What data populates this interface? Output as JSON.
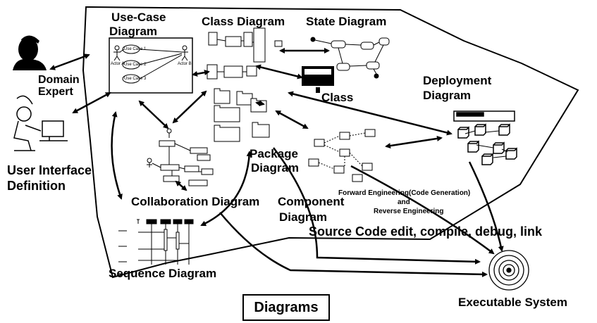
{
  "labels": {
    "use_case_diagram_1": "Use-Case",
    "use_case_diagram_2": "Diagram",
    "class_diagram": "Class Diagram",
    "state_diagram": "State Diagram",
    "domain_expert_1": "Domain",
    "domain_expert_2": "Expert",
    "class": "Class",
    "deployment_diagram_1": "Deployment",
    "deployment_diagram_2": "Diagram",
    "user_interface_1": "User Interface",
    "user_interface_2": "Definition",
    "package_diagram_1": "Package",
    "package_diagram_2": "Diagram",
    "forward_engineering_1": "Forward Engineering(Code Generation)",
    "forward_engineering_2": "and",
    "forward_engineering_3": "Reverse Engineering",
    "collaboration_diagram": "Collaboration Diagram",
    "component_diagram_1": "Component",
    "component_diagram_2": "Diagram",
    "source_code": "Source Code edit, compile, debug, link",
    "sequence_diagram": "Sequence Diagram",
    "executable_system": "Executable System",
    "diagrams_caption": "Diagrams"
  },
  "use_case_mini": {
    "actor_a": "Actor A",
    "actor_b": "Actor B",
    "use_case_1": "Use Case 1",
    "use_case_2": "Use Case 2",
    "use_case_3": "Use Case 3"
  }
}
